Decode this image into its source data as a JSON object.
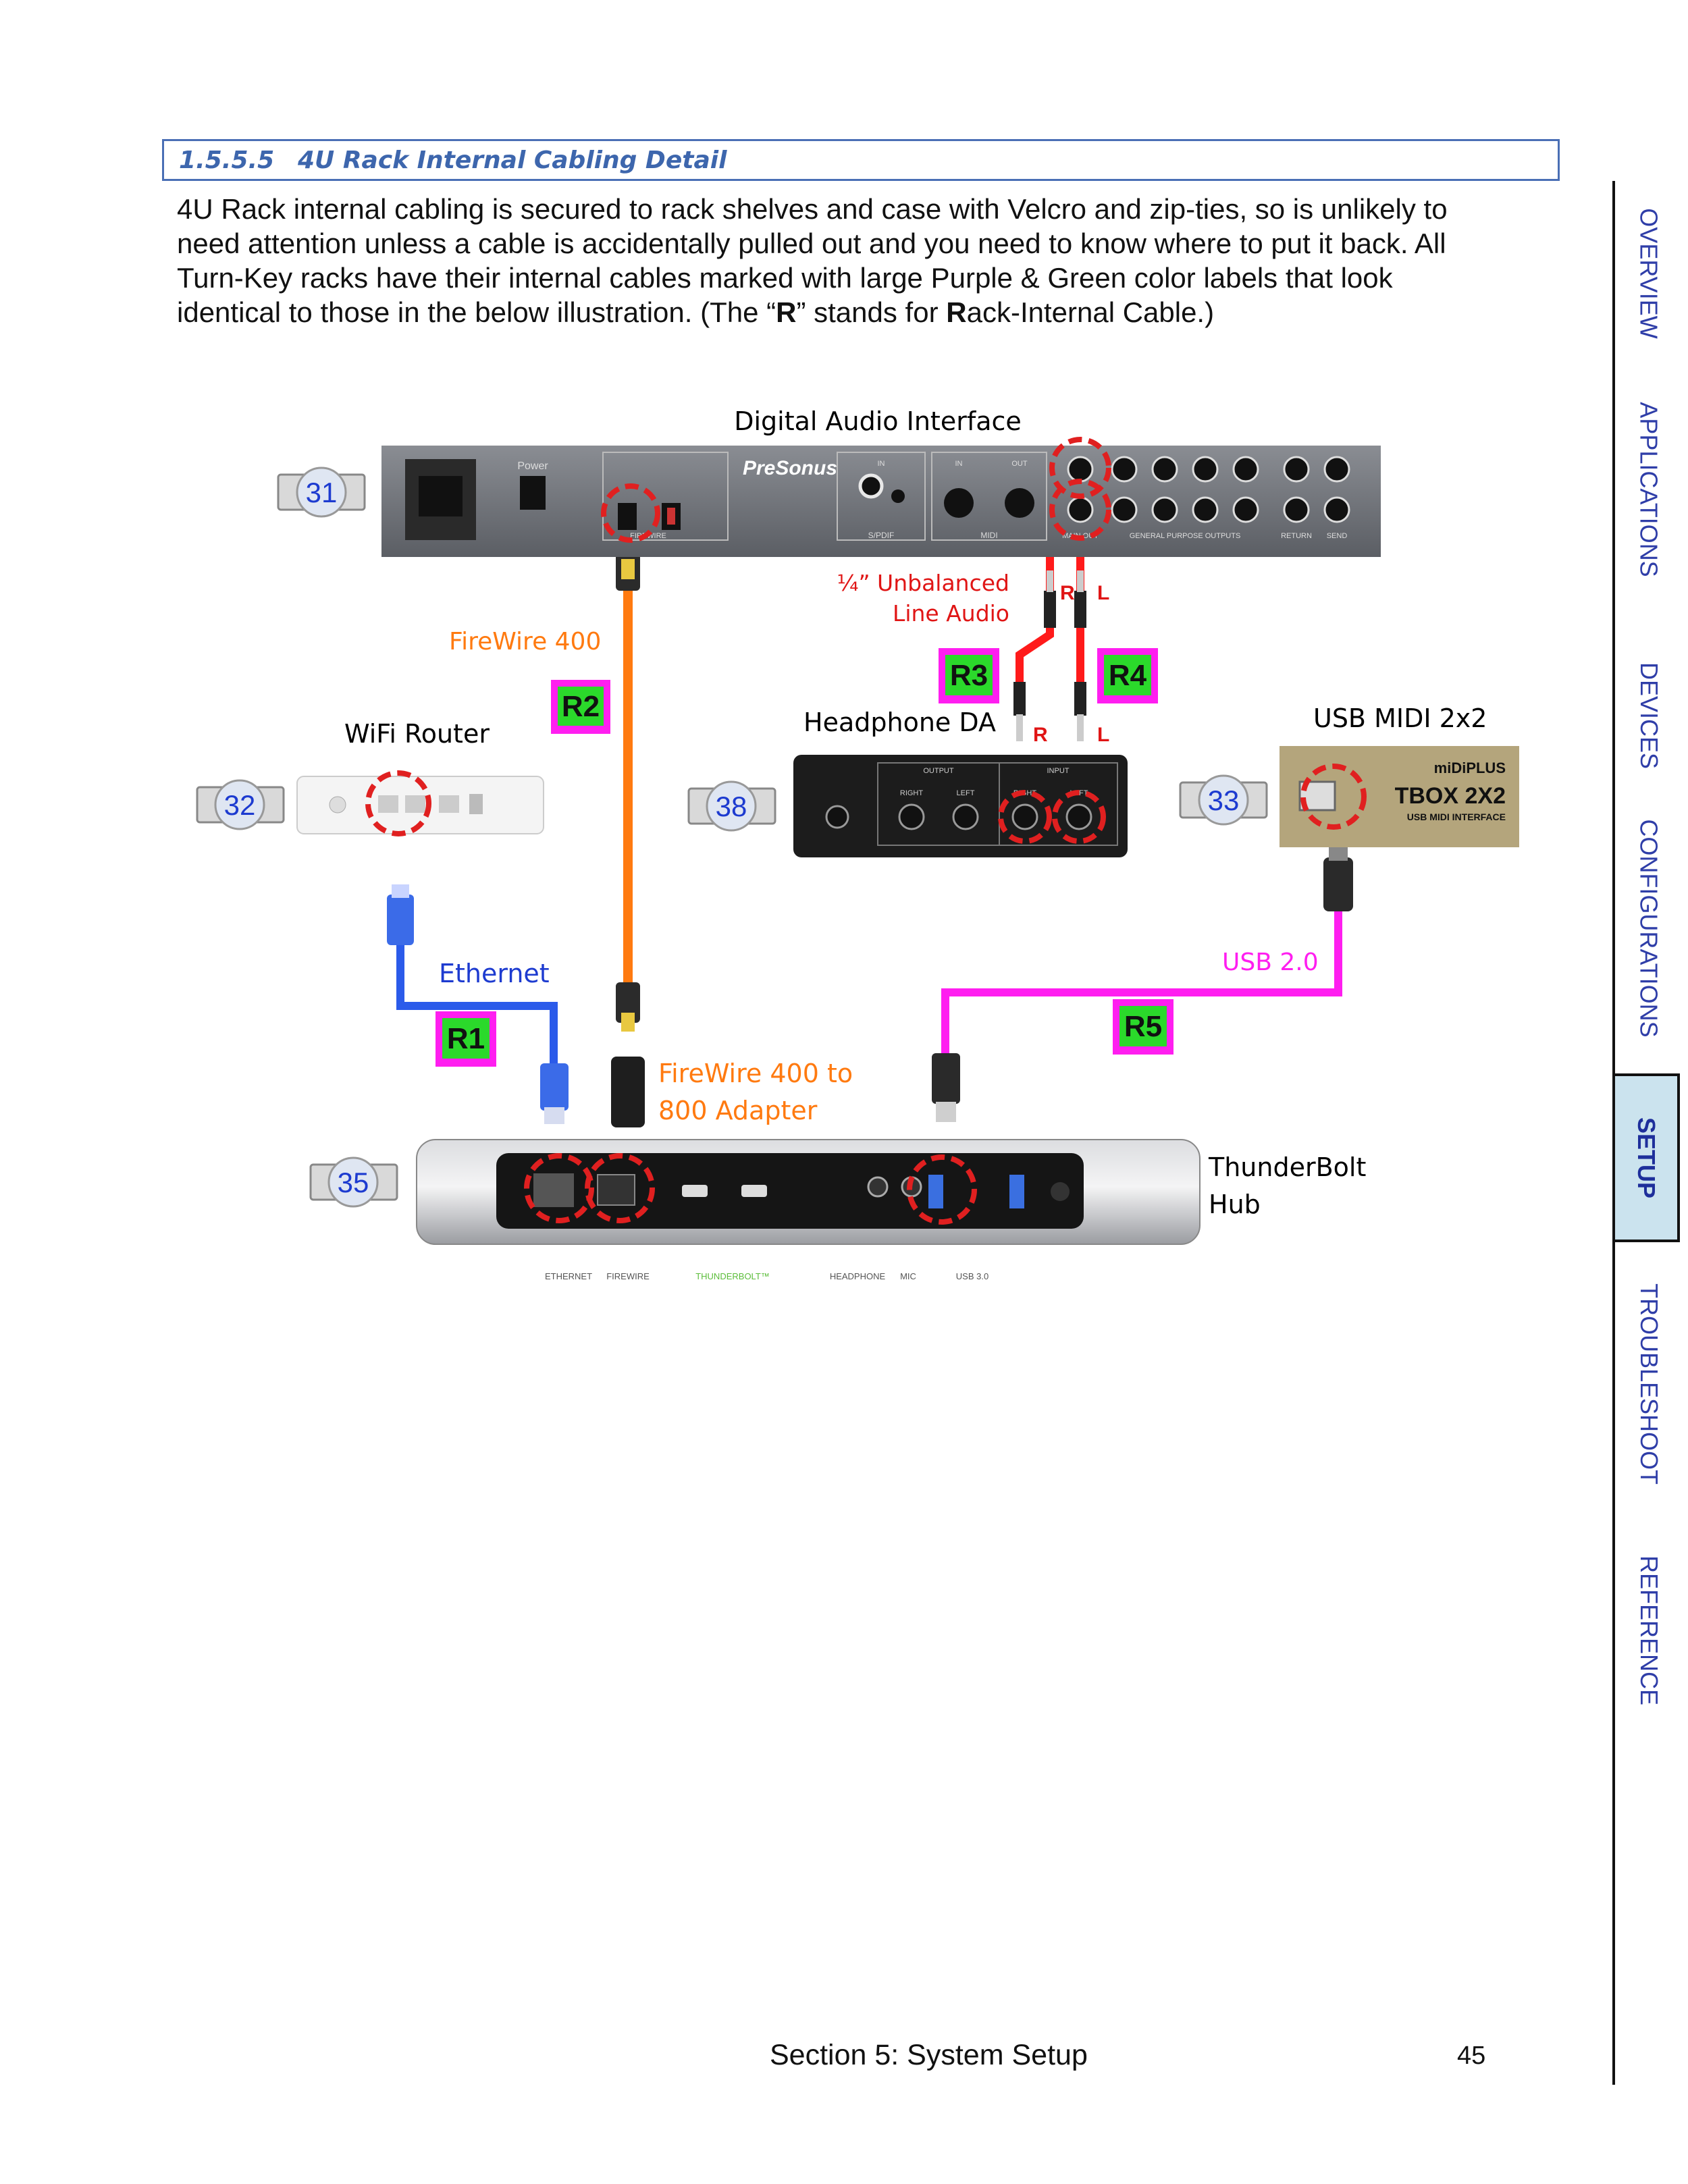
{
  "heading": {
    "number": "1.5.5.5",
    "title": "4U Rack Internal Cabling Detail"
  },
  "intro": {
    "line1": "4U Rack internal cabling is secured to rack shelves and case with Velcro and zip-ties, so is unlikely to",
    "line2": "need attention unless a cable is accidentally pulled out and you need to know where to put it back. All",
    "line3": "Turn-Key racks have their internal cables marked with large Purple & Green color labels that look",
    "line4_pre": "identical to those in the below illustration. (The “",
    "line4_r": "R",
    "line4_mid": "” stands for ",
    "line4_r2": "R",
    "line4_post": "ack-Internal Cable.)"
  },
  "diagram": {
    "devices": {
      "audio_interface": {
        "label": "Digital Audio Interface",
        "badge": "31",
        "brand": "PreSonus",
        "port_labels": {
          "power": "Power",
          "firewire": "FIREWIRE",
          "spdif": "S/PDIF",
          "midi": "MIDI",
          "main_out": "MAIN OUT",
          "gpo": "GENERAL PURPOSE OUTPUTS",
          "return": "RETURN",
          "send": "SEND",
          "in": "IN",
          "out": "OUT"
        }
      },
      "wifi_router": {
        "label": "WiFi Router",
        "badge": "32"
      },
      "headphone_da": {
        "label": "Headphone DA",
        "badge": "38",
        "port_labels": {
          "output": "OUTPUT",
          "input": "INPUT",
          "right": "RIGHT",
          "left": "LEFT"
        }
      },
      "usb_midi": {
        "label": "USB MIDI 2x2",
        "badge": "33",
        "brand": "miDiPLUS",
        "model": "TBOX 2X2",
        "subtitle": "USB MIDI INTERFACE"
      },
      "thunderbolt_hub": {
        "label_line1": "ThunderBolt",
        "label_line2": "Hub",
        "badge": "35",
        "port_labels": {
          "ethernet": "ETHERNET",
          "firewire": "FIREWIRE",
          "thunderbolt": "THUNDERBOLT™",
          "headphone": "HEADPHONE",
          "mic": "MIC",
          "usb": "USB 3.0"
        }
      }
    },
    "cables": {
      "r1": {
        "tag": "R1",
        "name": "Ethernet"
      },
      "r2": {
        "tag": "R2",
        "name": "FireWire 400"
      },
      "r3": {
        "tag": "R3"
      },
      "r4": {
        "tag": "R4"
      },
      "r5": {
        "tag": "R5",
        "name": "USB 2.0"
      },
      "unbalanced_line1": "¼” Unbalanced",
      "unbalanced_line2": "Line Audio",
      "channel_r": "R",
      "channel_l": "L",
      "adapter_line1": "FireWire 400 to",
      "adapter_line2": "800 Adapter"
    },
    "colors": {
      "ethernet": "#2b5bea",
      "firewire": "#ff7a10",
      "usb": "#ff1ef0",
      "audio": "#ff1a1a",
      "tag_bg": "#2bd92b",
      "tag_border": "#ff1ef0",
      "badge_text": "#1d3bd0"
    }
  },
  "sidebar": {
    "tabs": [
      "OVERVIEW",
      "APPLICATIONS",
      "DEVICES",
      "CONFIGURATIONS",
      "SETUP",
      "TROUBLESHOOT",
      "REFERENCE"
    ],
    "active": "SETUP"
  },
  "footer": {
    "section": "Section 5: System Setup",
    "page": "45"
  }
}
